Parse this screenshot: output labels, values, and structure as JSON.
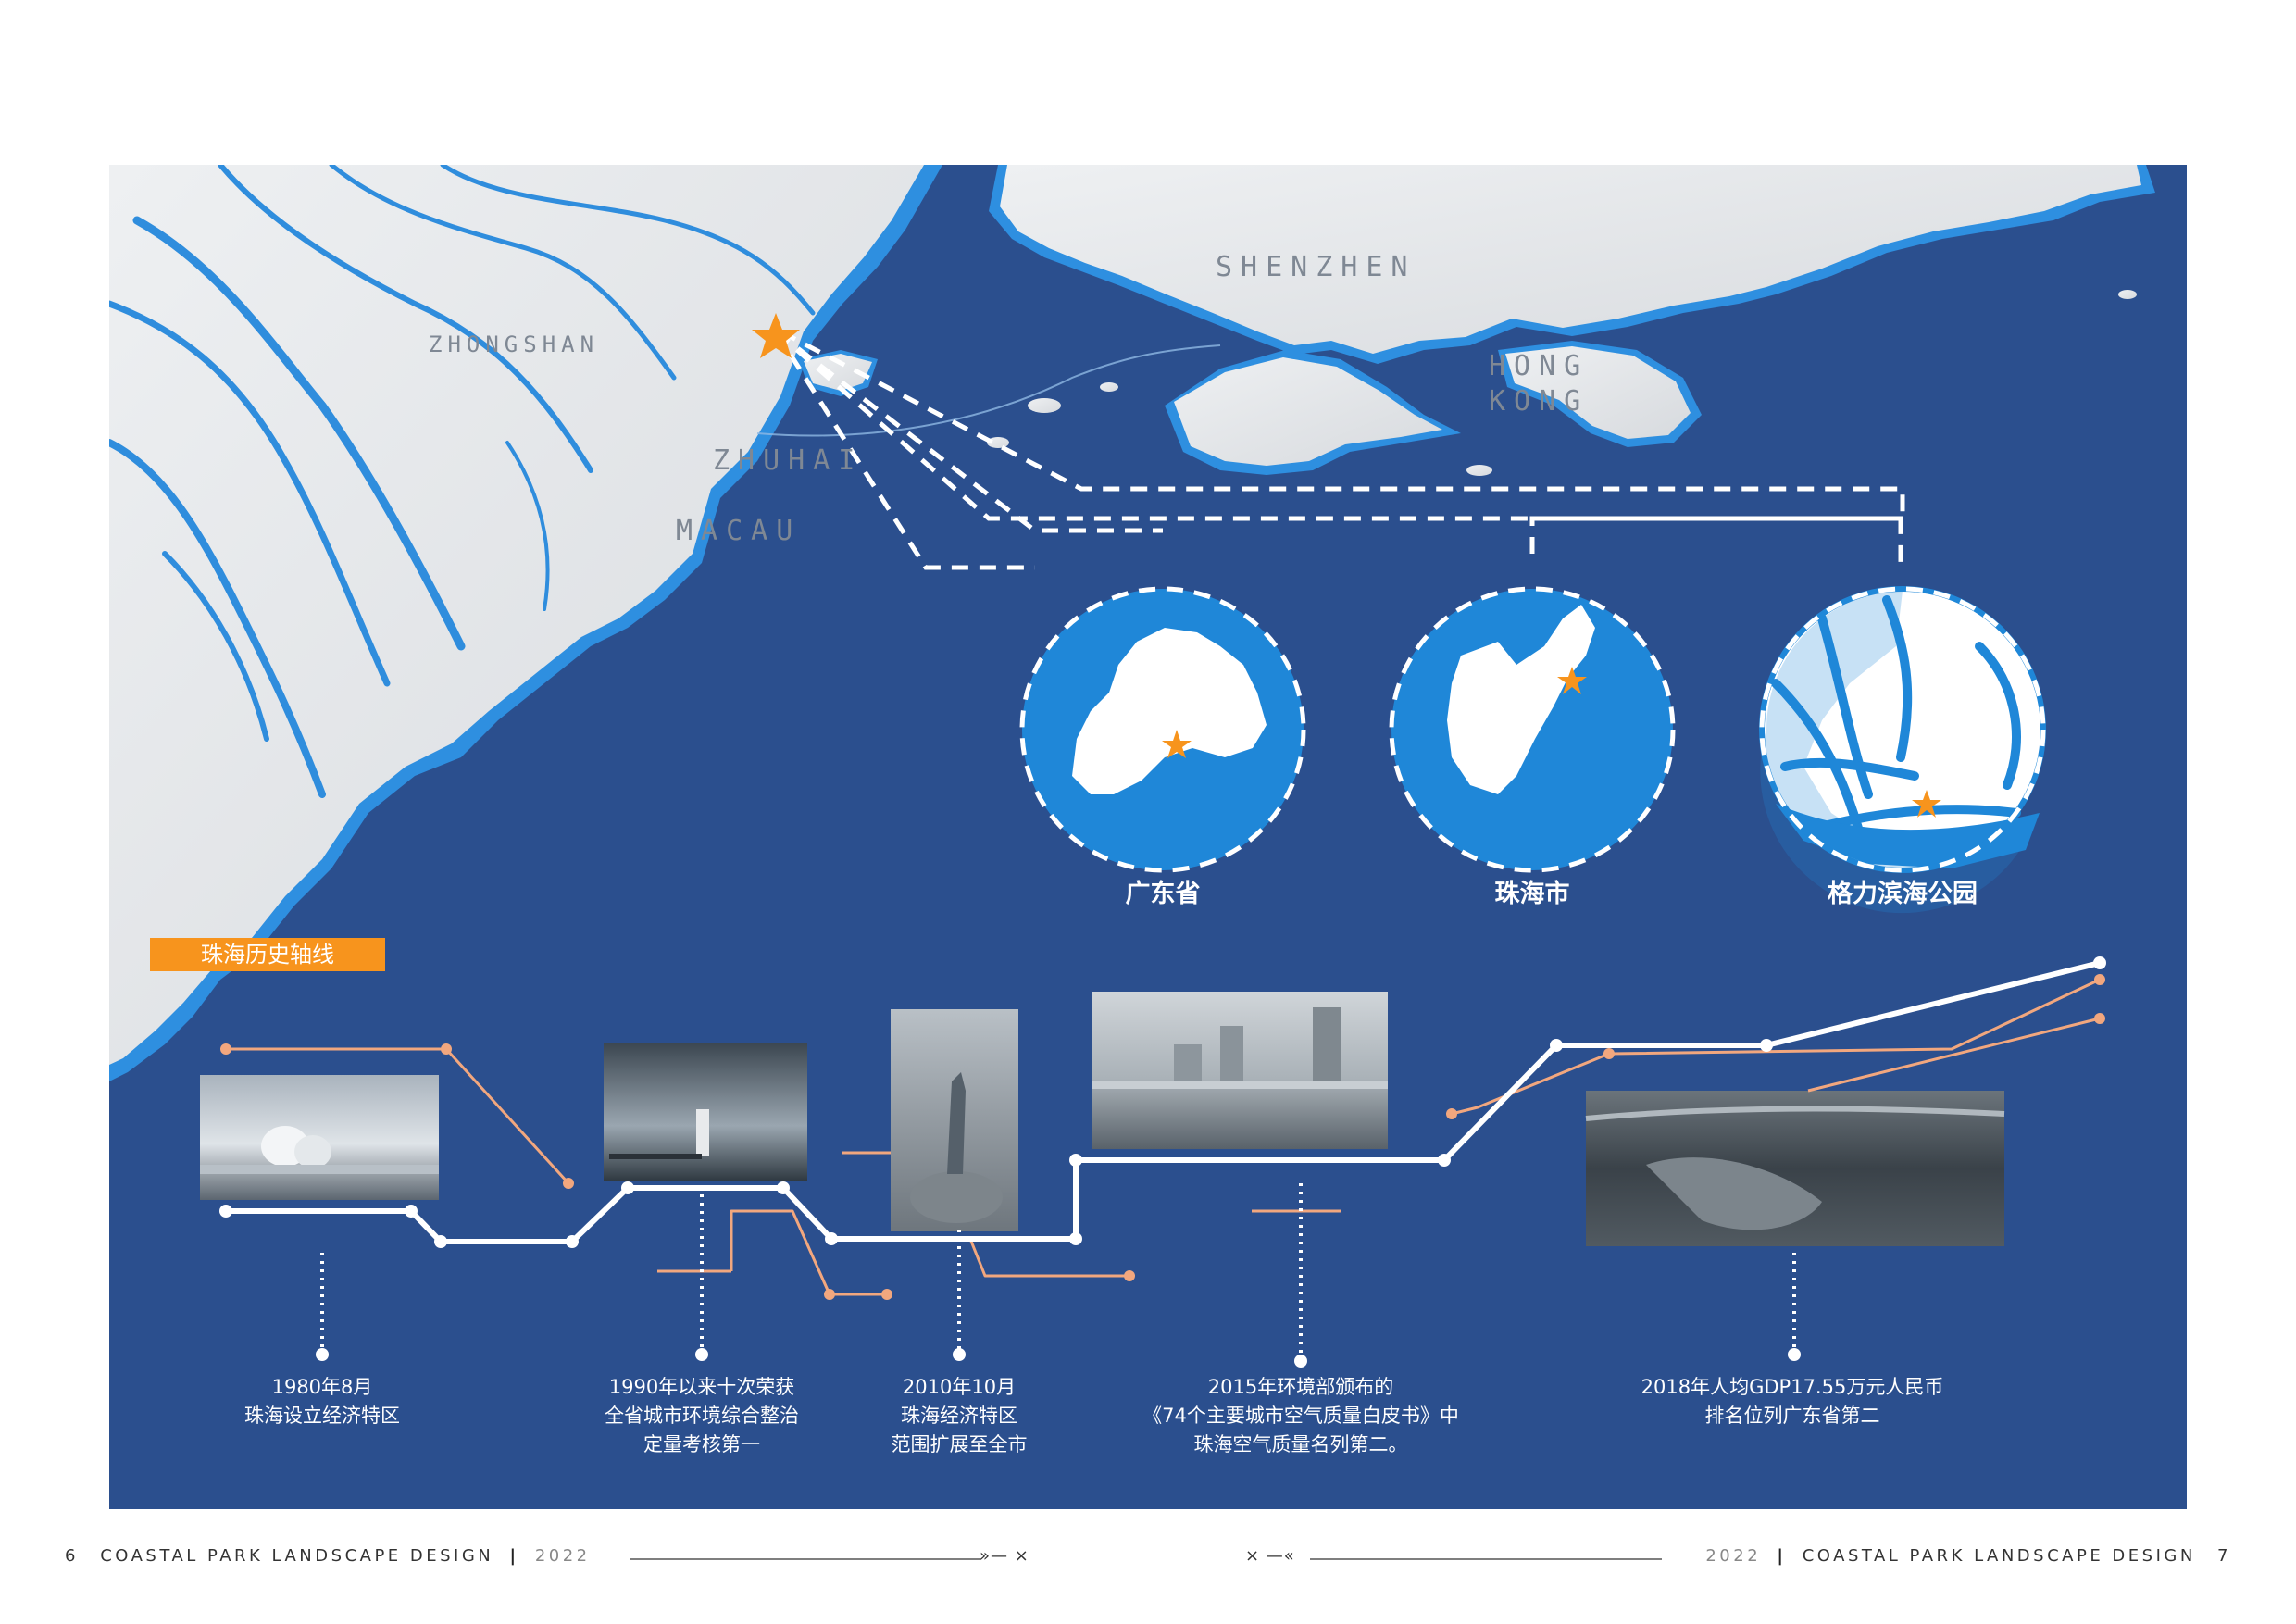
{
  "map": {
    "cities": {
      "shenzhen": "SHENZHEN",
      "zhongshan": "ZHONGSHAN",
      "zhuhai": "ZHUHAI",
      "macau": "MACAU",
      "hongkong_line1": "HONG",
      "hongkong_line2": "KONG"
    },
    "markers": [
      "star-icon"
    ]
  },
  "circles": [
    {
      "label": "广东省"
    },
    {
      "label": "珠海市"
    },
    {
      "label": "格力滨海公园"
    }
  ],
  "timeline": {
    "title": "珠海历史轴线",
    "events": [
      {
        "lines": [
          "1980年8月",
          "珠海设立经济特区"
        ]
      },
      {
        "lines": [
          "1990年以来十次荣获",
          "全省城市环境综合整治",
          "定量考核第一"
        ]
      },
      {
        "lines": [
          "2010年10月",
          "珠海经济特区",
          "范围扩展至全市"
        ]
      },
      {
        "lines": [
          "2015年环境部颁布的",
          "《74个主要城市空气质量白皮书》中",
          "珠海空气质量名列第二。"
        ]
      },
      {
        "lines": [
          "2018年人均GDP17.55万元人民币",
          "排名位列广东省第二"
        ]
      }
    ]
  },
  "footer": {
    "left_page": "6",
    "left_title": "COASTAL PARK LANDSCAPE DESIGN",
    "left_year": "2022",
    "right_year": "2022",
    "right_title": "COASTAL PARK LANDSCAPE DESIGN",
    "right_page": "7",
    "left_nav_mark": "»—  ×",
    "right_nav_mark": "×  —«"
  },
  "colors": {
    "sea": "#2b4f8e",
    "land": "#e6e8ea",
    "accent_blue": "#1f87d8",
    "accent_orange": "#f7941d",
    "salmon_line": "#f2a77e"
  }
}
